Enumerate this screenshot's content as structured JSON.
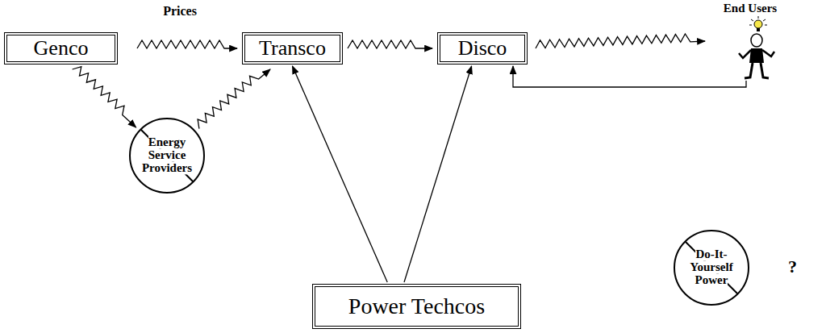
{
  "diagram": {
    "nodes": [
      {
        "text": [
          "Genco"
        ]
      },
      {
        "text": [
          "Transco"
        ]
      },
      {
        "text": [
          "Disco"
        ]
      },
      {
        "text": [
          "End Users"
        ]
      },
      {
        "text": [
          "Energy Service Providers"
        ]
      },
      {
        "text": [
          "Do-It-Yourself Power"
        ]
      },
      {
        "text": [
          "Power Techcos"
        ]
      }
    ],
    "edges": [
      {
        "from": 0,
        "to": 1,
        "arrow": "to",
        "label": "Prices"
      },
      {
        "from": 1,
        "to": 2,
        "arrow": "to"
      },
      {
        "from": 2,
        "to": 3,
        "arrow": "to"
      },
      {
        "from": 3,
        "to": 2,
        "arrow": "to"
      },
      {
        "from": 0,
        "to": 4,
        "arrow": "to"
      },
      {
        "from": 4,
        "to": 1,
        "arrow": "to"
      },
      {
        "from": 6,
        "to": 1,
        "arrow": "to"
      },
      {
        "from": 6,
        "to": 2,
        "arrow": "to"
      }
    ],
    "labels": [
      "?"
    ]
  }
}
